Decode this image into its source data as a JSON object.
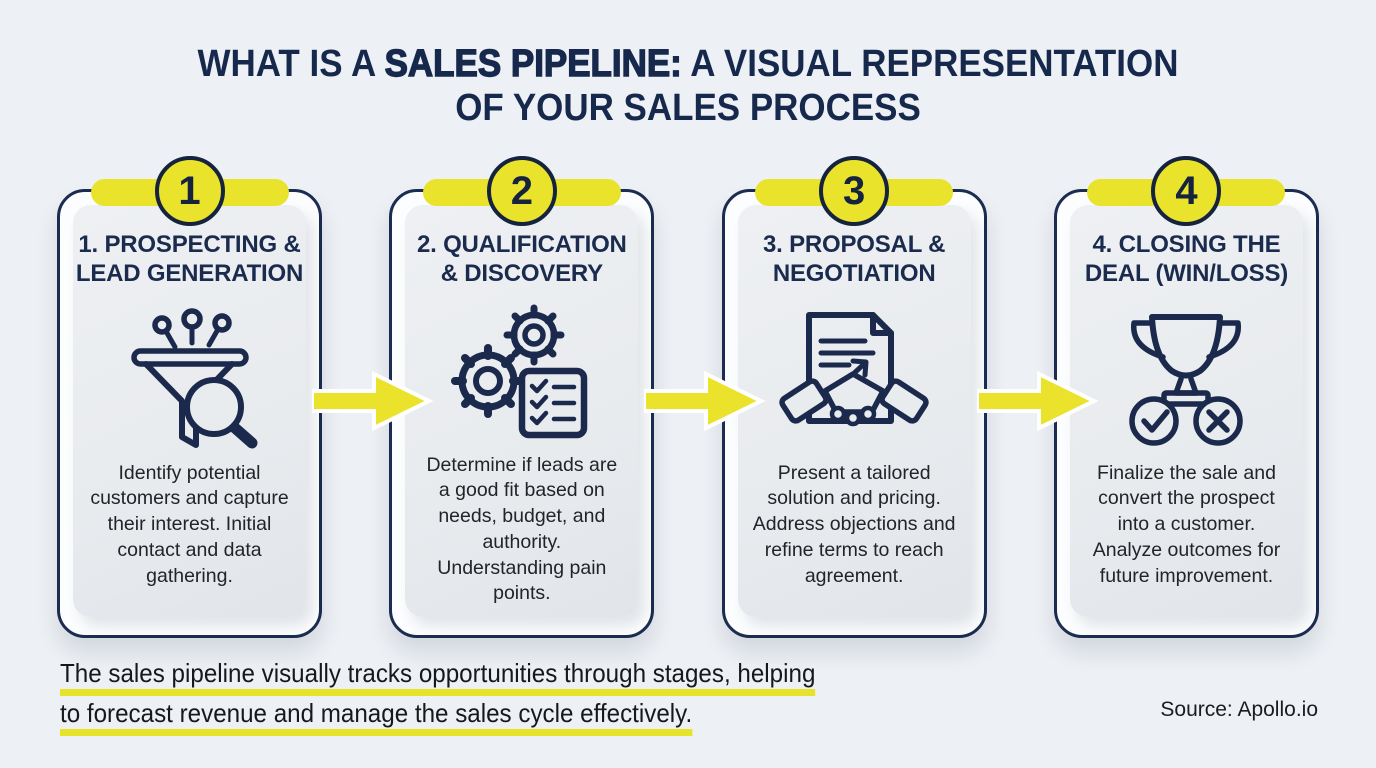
{
  "colors": {
    "accent_yellow": "#EAE32B",
    "navy": "#1B2B4E",
    "background": "#EDF0F4",
    "card_background": "#FBFDFE",
    "panel_background": "#E9ECEF"
  },
  "title": {
    "line1_pre": "WHAT IS A ",
    "line1_bold": "SALES PIPELINE:",
    "line1_post": " A VISUAL REPRESENTATION",
    "line2": "OF YOUR SALES PROCESS"
  },
  "stages": [
    {
      "number": "1",
      "title_line1": "1. PROSPECTING &",
      "title_line2": "LEAD GENERATION",
      "icon": "funnel-magnifier",
      "description": "Identify potential customers and capture their interest. Initial contact and data gathering."
    },
    {
      "number": "2",
      "title_line1": "2. QUALIFICATION",
      "title_line2": "& DISCOVERY",
      "icon": "gears-checklist",
      "description": "Determine if leads are a good fit based on needs, budget, and authority. Understanding pain points."
    },
    {
      "number": "3",
      "title_line1": "3. PROPOSAL &",
      "title_line2": "NEGOTIATION",
      "icon": "document-handshake",
      "description": "Present a tailored solution and pricing. Address objections and refine terms to reach agreement."
    },
    {
      "number": "4",
      "title_line1": "4. CLOSING THE",
      "title_line2": "DEAL (WIN/LOSS)",
      "icon": "trophy-win-loss",
      "description": "Finalize the sale and convert the prospect into a customer. Analyze outcomes for future improvement."
    }
  ],
  "footer": {
    "summary_line1": "The sales pipeline visually tracks opportunities through stages, helping",
    "summary_line2": "to forecast revenue and manage the sales cycle effectively.",
    "source": "Source: Apollo.io"
  }
}
